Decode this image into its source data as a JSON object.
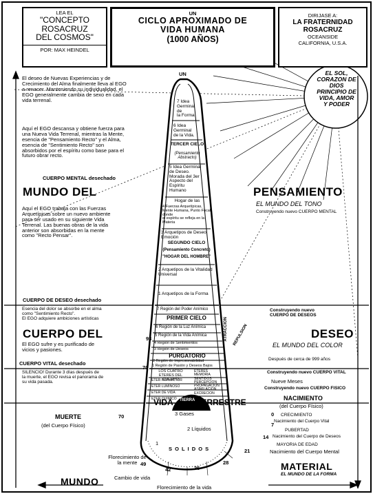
{
  "header": {
    "left": {
      "lea": "LEA EL",
      "title": "\"CONCEPTO\nROSACRUZ\nDEL COSMOS\"",
      "author": "POR: MAX HEINDEL"
    },
    "center": {
      "un": "UN",
      "title": "CICLO APROXIMADO DE\nVIDA HUMANA",
      "years": "(1000 AÑOS)"
    },
    "right": {
      "dirijase": "DIRIJASE A:",
      "org": "LA FRATERNIDAD\nROSACRUZ",
      "address": "OCEANSIDE\nCALIFORNIA, U.S.A."
    }
  },
  "sun": {
    "text": "EL SOL,\nCORAZON DE\nDIOS\nPRINCIPIO DE\nVIDA, AMOR\nY PODER"
  },
  "left_texts": {
    "ego_return": "El deseo de Nuevas Experiencias y de\nCrecimiento del Alma finalmente lleva al EGO\na renacer. Manteniendo su individualidad, el\nEGO generalmente cambia de sexo en cada\nvida terrenal.",
    "ego_rest": "Aquí el EGO descansa y obtiene fuerza para\nuna Nueva Vida Terrenal, mientras la Mente,\nesencia de \"Pensamiento Recto\" y el Alma,\nesencia de \"Sentimiento Recto\" son\nabsorbidos por el espíritu como base para el\nfuturo obrar recto.",
    "mental_body": "CUERPO MENTAL desechado",
    "mundo_del": "MUNDO DEL",
    "ego_works": "Aquí el EGO trabaja con las Fuerzas\nArquetípicas sobre un nuevo ambiente\npara ser usado en su siguiente Vida\nTerrenal. Las buenas obras de la vida\nanterior son absorbidas en la mente\ncomo \"Recto Pensar\".",
    "desire_body": "CUERPO DE DESEO desechado",
    "essence": "Esencia del dolor se absorbe en el alma\ncomo \"Sentimiento Recto\".\nEl EGO adquiere ambiciones artísticas",
    "cuerpo_del": "CUERPO DEL",
    "ego_suffers": "El EGO sufre y es purificado de\nvicios y pasiones.",
    "vital_body": "CUERPO VITAL desechado",
    "silence": "SILENCIO! Durante 3 días después de\nla muerte, el EGO revisa el panorama de\nsu vida pasada.",
    "death": "MUERTE",
    "death_sub": "(del Cuerpo Físico)",
    "mundo": "MUNDO"
  },
  "right_texts": {
    "pensamiento": "PENSAMIENTO",
    "world_tone": "EL MUNDO DEL TONO",
    "build_mental": "Construyendo nuevo CUERPO MENTAL",
    "build_desire": "Construyendo nuevo\nCUERPO DE DESEOS",
    "deseo": "DESEO",
    "world_color": "EL MUNDO DEL COLOR",
    "after_years": "Después de cerca de 999 años",
    "build_vital": "Construyendo nuevo CUERPO VITAL",
    "nine_months": "Nueve Meses",
    "build_physical": "Construyendo nuevo CUERPO FISICO",
    "birth": "NACIMIENTO",
    "birth_sub": "(del Cuerpo Físico)",
    "growth": "CRECIMIENTO",
    "vital_birth": "Nacimiento del Cuerpo Vital",
    "puberty": "PUBERTAD",
    "desire_birth": "Nacimiento del Cuerpo de Deseos",
    "adulthood": "MAYORIA DE EDAD",
    "mental_birth": "Nacimiento del Cuerpo Mental",
    "material": "MATERIAL",
    "world_form": "EL MUNDO DE LA FORMA"
  },
  "cone": {
    "un": "UN",
    "r7": "7 Idea\nGerminal de\nla Forma",
    "r6": "6 Idea Germinal\nde la Vida.",
    "tercer": "TERCER CIELO",
    "abstract": "(Pensamiento Abstracto)",
    "r5": "5 Idea Germinal\nde Deseo.\nMorada del 3er\nAspecto del Espíritu\nHumano",
    "hogar": "Hogar de las",
    "r4": "4 Fuerzas Arquetípicas,\nMente Humana, Punto Focal donde\nel espíritu se refleja en la Materia",
    "r3": "3 Arquetipos de Deseo\nEmoción",
    "segundo": "SEGUNDO CIELO",
    "concrete": "(Pensamiento Concreto)",
    "hogar_hombre": "\"HOGAR DEL HOMBRE\"",
    "r2": "2 Arquetipos de la Vitalidad\nUniversal",
    "r1": "1 Arquetipos de la Forma",
    "d7": "7 Región del Poder Anímico",
    "primer": "PRIMER CIELO",
    "d6": "6 Región de la Luz Anímica",
    "d5": "5 Región de la Vida Anímica",
    "atraccion": "ATRACCION",
    "d4": "4 Región de Sentimientos",
    "d3": "3 Región de Deseos",
    "purgatorio": "PURGATORIO",
    "d2": "2 Región de Impresionabilidad",
    "d1": "1 Región de Pasión y Deseos Bajos",
    "repulsion": "REPULSION",
    "cuatro": "LOS CUATRO\nETERES DEL\nCUERPO",
    "eteres": "ETERES\nMEMORIA\nSENTIDOS PERCEPCION\nPROPAGACION\nASIMILACION EXCRECION",
    "e1": "ETER REFLECTOR",
    "e2": "ETER LUMINOSO",
    "e3": "ETER DE VIDA",
    "e4": "ETER QUIMICO",
    "vida": "VIDA",
    "terrestre": "TERRESTRE",
    "tierra": "TIERRA",
    "gases": "3 Gases",
    "liquidos": "2 Líquidos",
    "solidos": "S O L I D O S",
    "one": "1"
  },
  "bottom": {
    "flor_mente": "Florecimiento de\nla mente",
    "cambio": "Cambio de vida",
    "flor_vida": "Florecimiento de la vida"
  },
  "ages": {
    "a93": "93",
    "a70": "70",
    "a70b": "70",
    "a0": "0",
    "a7": "7",
    "a14": "14",
    "a21": "21",
    "a28": "28",
    "a35": "35",
    "a42": "42",
    "a49": "49"
  }
}
